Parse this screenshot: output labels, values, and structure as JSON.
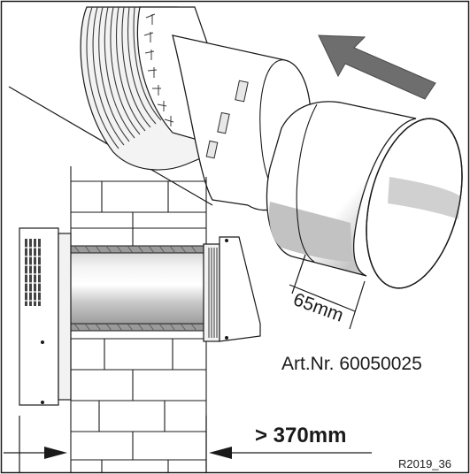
{
  "labels": {
    "length": "65mm",
    "article": "Art.Nr. 60050025",
    "wall_min": "> 370mm",
    "drawing_code": "R2019_36"
  },
  "colors": {
    "line": "#1a1a1a",
    "arrow_fill": "#6e6e6e",
    "pipe_shade": "#b9b9b9",
    "pipe_light": "#ececec",
    "grille": "#444444"
  }
}
